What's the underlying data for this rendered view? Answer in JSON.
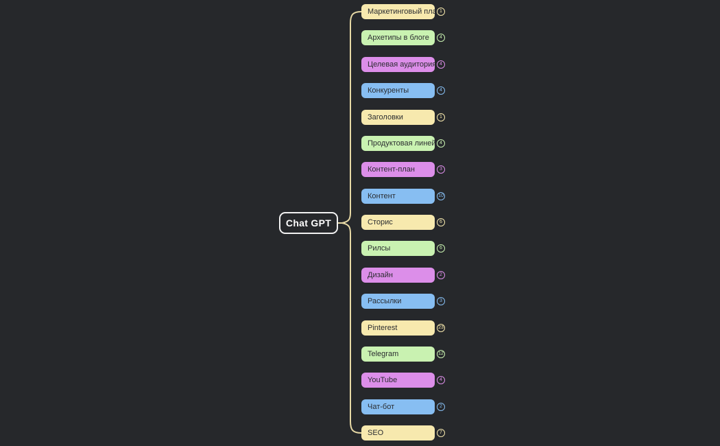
{
  "app": {
    "background_color": "#26282B",
    "brace_color": "#E8DAA6"
  },
  "root": {
    "label": "Chat GPT",
    "border_color": "#F2F2F2",
    "text_color": "#FFFFFF"
  },
  "nodes": [
    {
      "label": "Маркетинговый план",
      "count": "1",
      "color": "#F7E9AE"
    },
    {
      "label": "Архетипы в блоге",
      "count": "4",
      "color": "#C9F2B1"
    },
    {
      "label": "Целевая аудитория",
      "count": "4",
      "color": "#DC8EE9"
    },
    {
      "label": "Конкуренты",
      "count": "4",
      "color": "#87BEF2"
    },
    {
      "label": "Заголовки",
      "count": "1",
      "color": "#F7E9AE"
    },
    {
      "label": "Продуктовая линейка",
      "count": "4",
      "color": "#C9F2B1"
    },
    {
      "label": "Контент-план",
      "count": "3",
      "color": "#DC8EE9"
    },
    {
      "label": "Контент",
      "count": "10",
      "color": "#87BEF2"
    },
    {
      "label": "Сторис",
      "count": "6",
      "color": "#F7E9AE"
    },
    {
      "label": "Рилсы",
      "count": "6",
      "color": "#C9F2B1"
    },
    {
      "label": "Дизайн",
      "count": "2",
      "color": "#DC8EE9"
    },
    {
      "label": "Рассылки",
      "count": "3",
      "color": "#87BEF2"
    },
    {
      "label": "Pinterest",
      "count": "23",
      "color": "#F7E9AE"
    },
    {
      "label": "Telegram",
      "count": "12",
      "color": "#C9F2B1"
    },
    {
      "label": "YouTube",
      "count": "4",
      "color": "#DC8EE9"
    },
    {
      "label": "Чат-бот",
      "count": "2",
      "color": "#87BEF2"
    },
    {
      "label": "SEO",
      "count": "7",
      "color": "#F7E9AE"
    }
  ]
}
